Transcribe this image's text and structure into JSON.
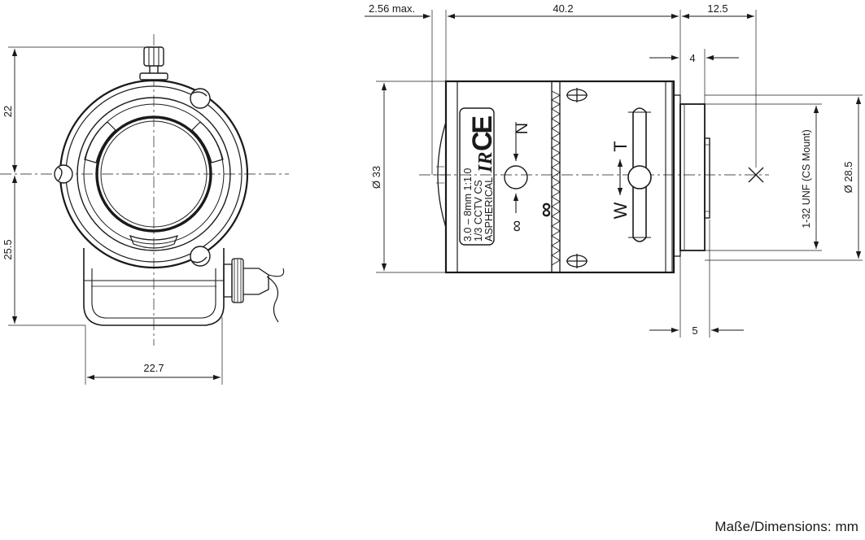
{
  "dimensions": {
    "top_height": "22",
    "bottom_height": "25.5",
    "front_width": "22.7",
    "rear_offset": "2.56 max.",
    "body_length": "40.2",
    "mount_length": "12.5",
    "flange_offset": "4",
    "back_focus": "5",
    "body_diameter": "Ø 33",
    "mount_diameter": "Ø 28.5",
    "mount_thread": "1-32 UNF (CS Mount)"
  },
  "lens_label": {
    "line1": "3.0 – 8mm 1:1.0",
    "line2": "1/3 CCTV CS",
    "line3": "ASPHERICAL",
    "ir_mark": "IR",
    "ce_mark": "CE",
    "focus_near": "N",
    "focus_far": "∞",
    "infinity_symbol": "∞",
    "zoom_tele": "T",
    "zoom_wide": "W"
  },
  "footer": {
    "units": "Maße/Dimensions: mm"
  }
}
